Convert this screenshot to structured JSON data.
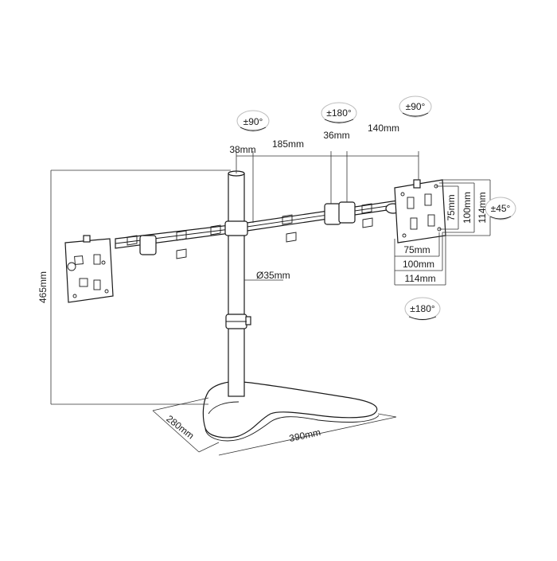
{
  "rotations": {
    "left_arm": "±90°",
    "center": "±180°",
    "right_arm": "±90°",
    "tilt": "±45°",
    "swivel": "±180°"
  },
  "arm_dimensions": {
    "pole_offset": "38mm",
    "arm_a": "185mm",
    "joint": "36mm",
    "arm_b": "140mm"
  },
  "pole_diameter": "Ø35mm",
  "height": "465mm",
  "base": {
    "depth": "280mm",
    "width": "390mm"
  },
  "vesa": {
    "horizontal": [
      "75mm",
      "100mm",
      "114mm"
    ],
    "vertical": [
      "75mm",
      "100mm",
      "114mm"
    ]
  }
}
